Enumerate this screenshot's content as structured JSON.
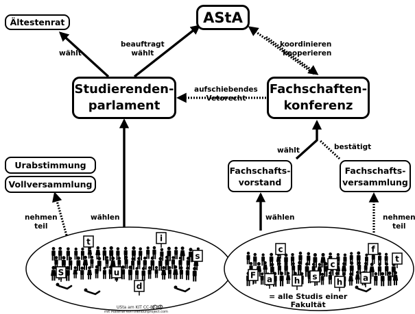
{
  "nodes": {
    "asta": "AStA",
    "aeltestenrat": "Ältestenrat",
    "studierendenparlament": "Studierenden-\nparlament",
    "fachschaftenkonferenz": "Fachschaften-\nkonferenz",
    "urabstimmung": "Urabstimmung",
    "vollversammlung": "Vollversammlung",
    "fachschaftsvorstand": "Fachschafts-\nvorstand",
    "fachschaftsversammlung": "Fachschafts-\nversammlung"
  },
  "edge_labels": {
    "waehlt_aeltestenrat": "wählt",
    "beauftragt_waehlt": "beauftragt\nwählt",
    "koordinieren_kooperieren": "koordinieren\nkooperieren",
    "aufschiebendes_vetorecht": "aufschiebendes\nVetorecht",
    "waehlt_fsk": "wählt",
    "bestaetigt": "bestätigt",
    "nehmen_teil_left": "nehmen\nteil",
    "waehlen_left": "wählen",
    "waehlen_right": "wählen",
    "nehmen_teil_right": "nehmen\nteil"
  },
  "letters": {
    "left_students": [
      "t",
      "i",
      "s",
      "S",
      "u",
      "d"
    ],
    "right_faculty": [
      "c",
      "f",
      "c",
      "t",
      "F",
      "a",
      "h",
      "s",
      "h",
      "a"
    ]
  },
  "faculty_caption": "= alle Studis einer\nFakultät",
  "credits": {
    "line1": "USta am KIT  CC-BY-SA",
    "line2": "mit Material von thenounproject.com"
  },
  "colors": {
    "ink": "#000000",
    "background": "#ffffff"
  }
}
